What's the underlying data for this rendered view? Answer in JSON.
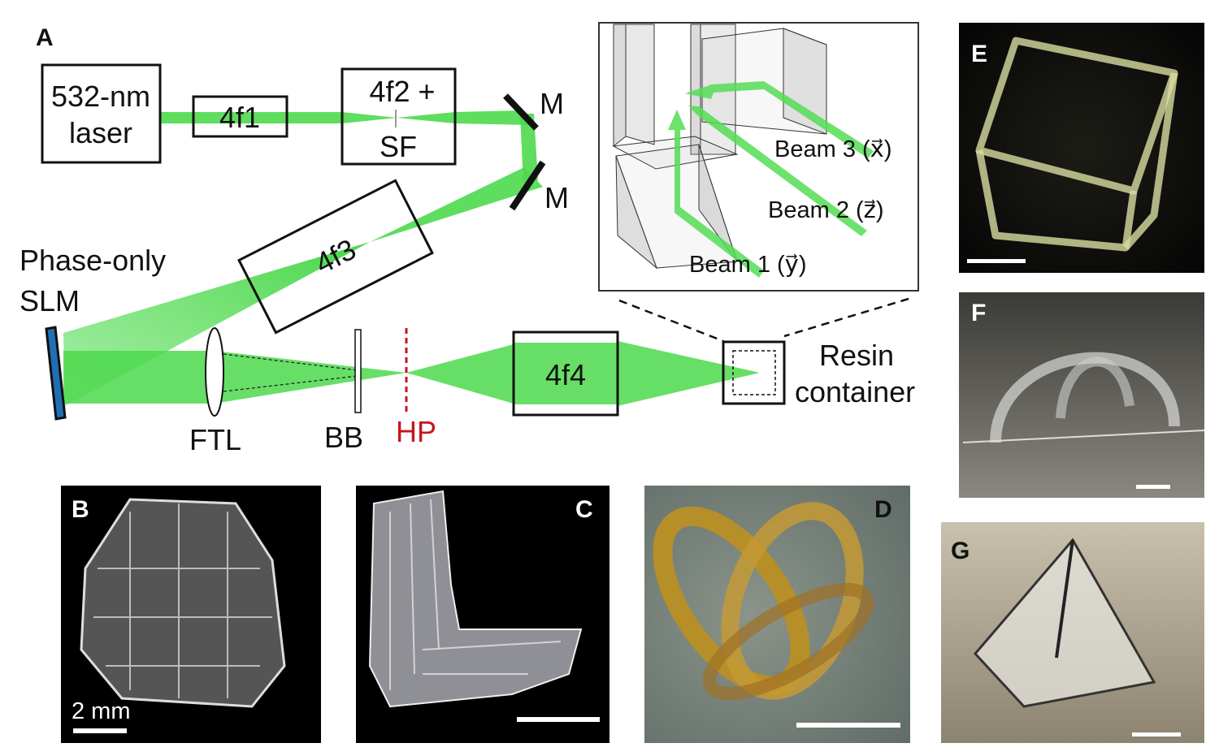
{
  "panels": {
    "a": "A",
    "b": "B",
    "c": "C",
    "d": "D",
    "e": "E",
    "f": "F",
    "g": "G"
  },
  "setup": {
    "laser_line1": "532-nm",
    "laser_line2": "laser",
    "lens_4f1": "4f1",
    "lens_4f2_line1": "4f2 +",
    "lens_4f2_line2": "SF",
    "mirror1": "M",
    "mirror2": "M",
    "lens_4f3": "4f3",
    "slm_line1": "Phase-only",
    "slm_line2": "SLM",
    "ftl": "FTL",
    "bb": "BB",
    "hp": "HP",
    "lens_4f4": "4f4",
    "resin_line1": "Resin",
    "resin_line2": "container"
  },
  "inset": {
    "beam3": "Beam 3 (x⃗)",
    "beam2": "Beam 2 (z⃗)",
    "beam1": "Beam 1 (y⃗)"
  },
  "photos": {
    "b_scale": "2 mm"
  },
  "colors": {
    "beam": "#4cd94c",
    "slm": "#1f6fb5",
    "hp": "#c8141e"
  }
}
